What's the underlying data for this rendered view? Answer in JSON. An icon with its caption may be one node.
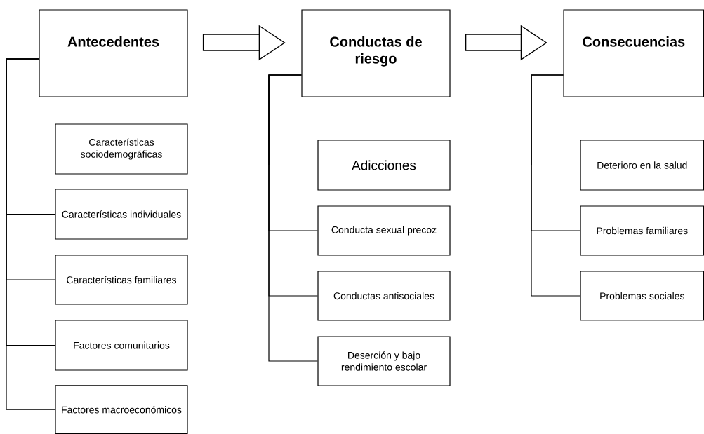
{
  "diagram": {
    "nodes": [
      {
        "text": [
          "Antecedentes"
        ]
      },
      {
        "text": [
          "Características sociodemográficas"
        ]
      },
      {
        "text": [
          "Características individuales"
        ]
      },
      {
        "text": [
          "Características familiares"
        ]
      },
      {
        "text": [
          "Factores comunitarios"
        ]
      },
      {
        "text": [
          "Factores macroeconómicos"
        ]
      },
      {
        "text": [
          "Conductas de riesgo"
        ]
      },
      {
        "text": [
          "Adicciones"
        ]
      },
      {
        "text": [
          "Conducta sexual precoz"
        ]
      },
      {
        "text": [
          "Conductas antisociales"
        ]
      },
      {
        "text": [
          "Deserción y bajo rendimiento escolar"
        ]
      },
      {
        "text": [
          "Consecuencias"
        ]
      },
      {
        "text": [
          "Deterioro en la salud"
        ]
      },
      {
        "text": [
          "Problemas familiares"
        ]
      },
      {
        "text": [
          "Problemas sociales"
        ]
      }
    ],
    "edges": [
      {
        "from": 0,
        "to": 1,
        "arrow": "none"
      },
      {
        "from": 0,
        "to": 2,
        "arrow": "none"
      },
      {
        "from": 0,
        "to": 3,
        "arrow": "none"
      },
      {
        "from": 0,
        "to": 4,
        "arrow": "none"
      },
      {
        "from": 0,
        "to": 5,
        "arrow": "none"
      },
      {
        "from": 6,
        "to": 7,
        "arrow": "none"
      },
      {
        "from": 6,
        "to": 8,
        "arrow": "none"
      },
      {
        "from": 6,
        "to": 9,
        "arrow": "none"
      },
      {
        "from": 6,
        "to": 10,
        "arrow": "none"
      },
      {
        "from": 11,
        "to": 12,
        "arrow": "none"
      },
      {
        "from": 11,
        "to": 13,
        "arrow": "none"
      },
      {
        "from": 11,
        "to": 14,
        "arrow": "none"
      },
      {
        "from": 0,
        "to": 6,
        "arrow": "to",
        "style": "thick"
      },
      {
        "from": 6,
        "to": 11,
        "arrow": "to",
        "style": "thick"
      }
    ]
  }
}
